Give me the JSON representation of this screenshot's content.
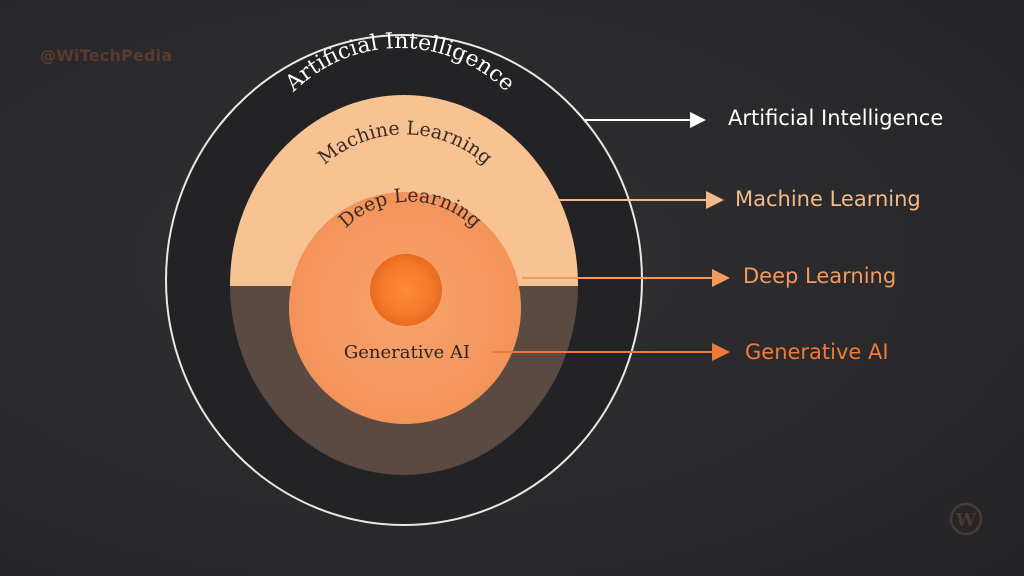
{
  "watermark": "@WiTechPedia",
  "rings": {
    "ai_label": "Artificial Intelligence",
    "ml_label": "Machine Learning",
    "dl_label": "Deep Learning",
    "gen_label": "Generative AI"
  },
  "side_labels": {
    "ai": "Artificial Intelligence",
    "ml": "Machine Learning",
    "dl": "Deep Learning",
    "gen": "Generative AI"
  },
  "logo_letter": "W",
  "colors": {
    "background": "#2b2b2d",
    "ai_ring": "#222224",
    "ml_upper": "#f7c393",
    "ml_lower": "#5b4a42",
    "dl_ring": "#f59a60",
    "core": "#f47a2a",
    "ai_arrow": "#ffffff",
    "ml_arrow": "#f4b98a",
    "dl_arrow": "#f49a5e",
    "gen_arrow": "#f07a35"
  }
}
